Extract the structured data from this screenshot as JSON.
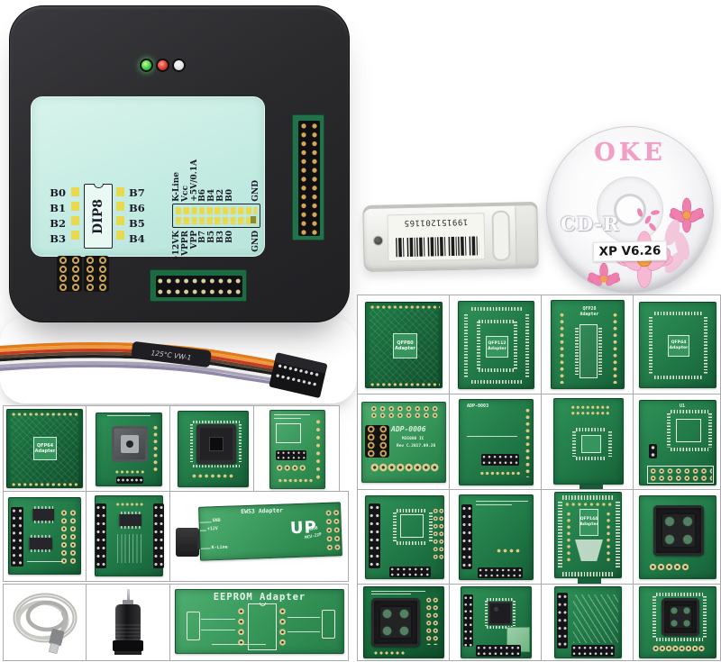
{
  "device": {
    "dip8": {
      "title": "DIP8",
      "left_pins": [
        "B0",
        "B1",
        "B2",
        "B3"
      ],
      "right_pins": [
        "B7",
        "B6",
        "B5",
        "B4"
      ]
    },
    "header": {
      "top": [
        "K-Line",
        "Vcc",
        "+5V/0.1A",
        "B6",
        "B4",
        "B2",
        "B0",
        "GND"
      ],
      "bottom": [
        "+12VK",
        "VPPR",
        "VPP",
        "B7",
        "B5",
        "B3",
        "B0",
        "GND"
      ]
    }
  },
  "cable": {
    "sleeve_text": "125°C VW-1"
  },
  "dongle": {
    "serial": "199151201165"
  },
  "cd": {
    "brand": "OKE",
    "format": "CD-R",
    "version_label": "XP V6.26"
  },
  "adapters": {
    "qfp80": "QFP80\nAdapter",
    "qfp112": "QFP112\nAdapter",
    "qfp28": "QFP28\nAdapter",
    "qfp44": "QFP44\nAdapter",
    "qfp64": "QFP64\nAdapter",
    "qfp144": "QFP144\nAdapter",
    "adp0006_title": "ADP-0006",
    "adp0006_line2": "M35080 IC",
    "adp0006_line3": "Rev C.2017.09.26",
    "adp0003_title": "ADP-0003",
    "u1_ref": "U1",
    "ews3": {
      "title": "EWS3 Adapter",
      "up": "UP",
      "pin_gnd": "GND",
      "pin_12v": "+12V",
      "pin_kline": "K-Line",
      "modb": "MODB",
      "mcu": "MCU-22P"
    },
    "eeprom_title": "EEPROM Adapter"
  },
  "colors": {
    "pcb_green": "#1d7243",
    "mint_label": "#cdeee6",
    "pad_yellow": "#e9d94f",
    "accent_pink": "#f0a0c6"
  }
}
